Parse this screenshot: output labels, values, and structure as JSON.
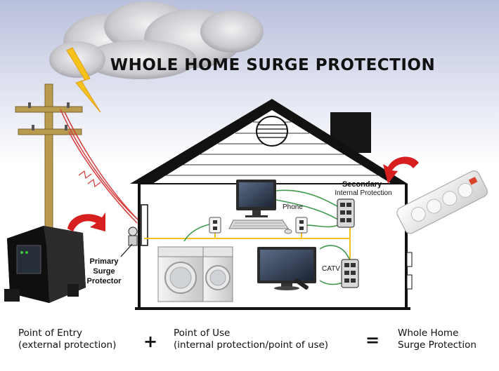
{
  "title": "WHOLE HOME SURGE PROTECTION",
  "labels": {
    "primary_line1": "Primary",
    "primary_line2": "Surge",
    "primary_line3": "Protector",
    "secondary_line1": "Secondary",
    "secondary_line2": "Internal Protection",
    "phone": "Phone",
    "catv": "CATV"
  },
  "bottom": {
    "entry_line1": "Point of Entry",
    "entry_line2": "(external protection)",
    "plus": "+",
    "use_line1": "Point of Use",
    "use_line2": "(internal protection/point of use)",
    "equals": "=",
    "whole_line1": "Whole Home",
    "whole_line2": "Surge Protection"
  },
  "colors": {
    "sky_top": "#c9cfe6",
    "sky_bottom": "#ffffff",
    "arrow_red": "#d81f1f",
    "wire_green": "#3e9a4a",
    "wire_yellow": "#f0c020",
    "power_line_red": "#d53a3a",
    "lightning": "#f6c21c",
    "pole_wood": "#b99a4f",
    "house_outline": "#111111"
  },
  "icons": [
    "lightning-bolt-icon",
    "utility-pole-icon",
    "surge-protector-box-icon",
    "house-icon",
    "computer-monitor-icon",
    "washer-icon",
    "dryer-icon",
    "tv-icon",
    "wall-outlet-icon",
    "power-strip-icon",
    "curved-arrow-icon"
  ]
}
